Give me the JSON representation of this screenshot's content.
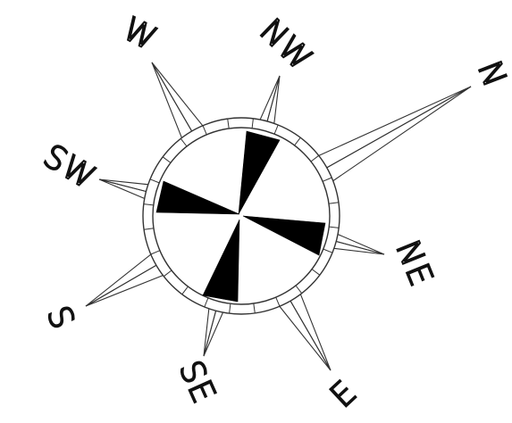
{
  "compass": {
    "labels": {
      "n": "N",
      "ne": "NE",
      "e": "E",
      "se": "SE",
      "s": "S",
      "sw": "SW",
      "w": "W",
      "nw": "NW"
    },
    "colors": {
      "line": "#333333",
      "fill": "#000000",
      "background": "#ffffff"
    }
  }
}
